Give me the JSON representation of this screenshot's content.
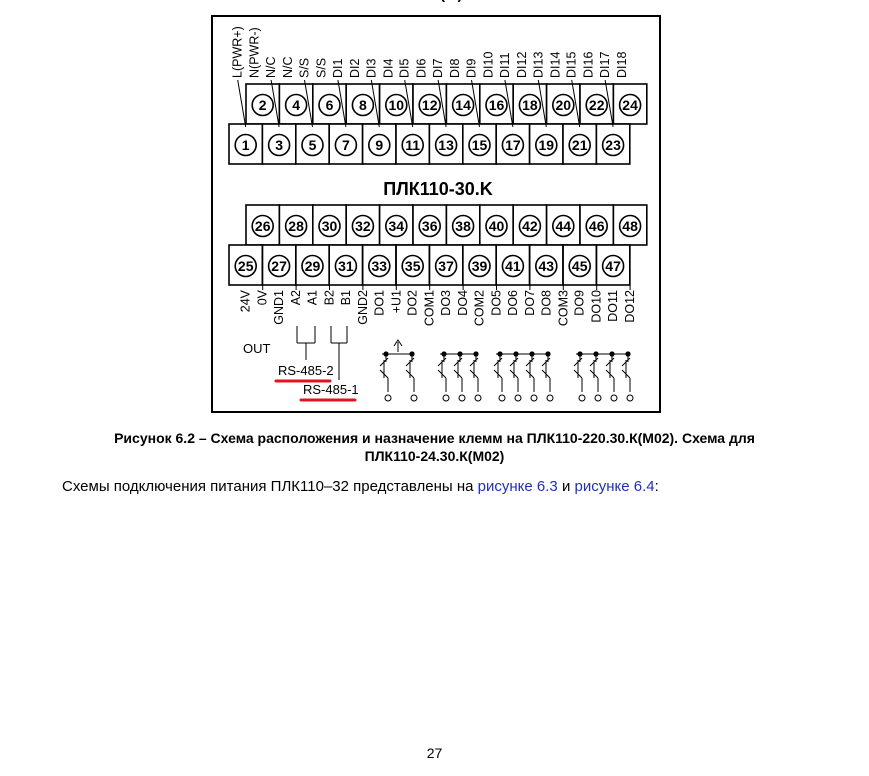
{
  "top_fragment": "(...)",
  "figure": {
    "model_label": "ПЛК110-30.K",
    "top_upper_terminals": [
      "2",
      "4",
      "6",
      "8",
      "10",
      "12",
      "14",
      "16",
      "18",
      "20",
      "22",
      "24"
    ],
    "top_upper_signals": [
      "N(PWR-)",
      "N/C",
      "S/S",
      "DI2",
      "DI4",
      "DI6",
      "DI8",
      "DI10",
      "DI12",
      "DI14",
      "DI16",
      "DI18"
    ],
    "top_lower_terminals": [
      "1",
      "3",
      "5",
      "7",
      "9",
      "11",
      "13",
      "15",
      "17",
      "19",
      "21",
      "23"
    ],
    "top_lower_signals": [
      "L(PWR+)",
      "N/C",
      "S/S",
      "DI1",
      "DI3",
      "DI5",
      "DI7",
      "DI9",
      "DI11",
      "DI13",
      "DI15",
      "DI17"
    ],
    "bottom_upper_terminals": [
      "26",
      "28",
      "30",
      "32",
      "34",
      "36",
      "38",
      "40",
      "42",
      "44",
      "46",
      "48"
    ],
    "bottom_upper_signals": [
      "0V",
      "A2",
      "B2",
      "GND2",
      "+U1",
      "COM1",
      "DO4",
      "DO5",
      "DO7",
      "COM3",
      "DO10",
      "DO12"
    ],
    "bottom_lower_terminals": [
      "25",
      "27",
      "29",
      "31",
      "33",
      "35",
      "37",
      "39",
      "41",
      "43",
      "45",
      "47"
    ],
    "bottom_lower_signals": [
      "24V",
      "GND1",
      "A1",
      "B1",
      "DO1",
      "DO2",
      "DO3",
      "COM2",
      "DO6",
      "DO8",
      "DO9",
      "DO11"
    ],
    "out_label": "OUT",
    "rs485_2_label": "RS-485-2",
    "rs485_1_label": "RS-485-1",
    "accent_color": "#e0141e"
  },
  "caption": {
    "line1": "Рисунок 6.2 – Схема расположения и назначение клемм на ПЛК110-220.30.К(М02). Схема для",
    "line2": "ПЛК110-24.30.К(М02)"
  },
  "paragraph": {
    "text_before": "Схемы подключения питания ПЛК110–32 представлены на ",
    "link1": "рисунке 6.3",
    "text_middle": " и ",
    "link2": "рисунке 6.4",
    "text_after": ":"
  },
  "page_number": "27"
}
